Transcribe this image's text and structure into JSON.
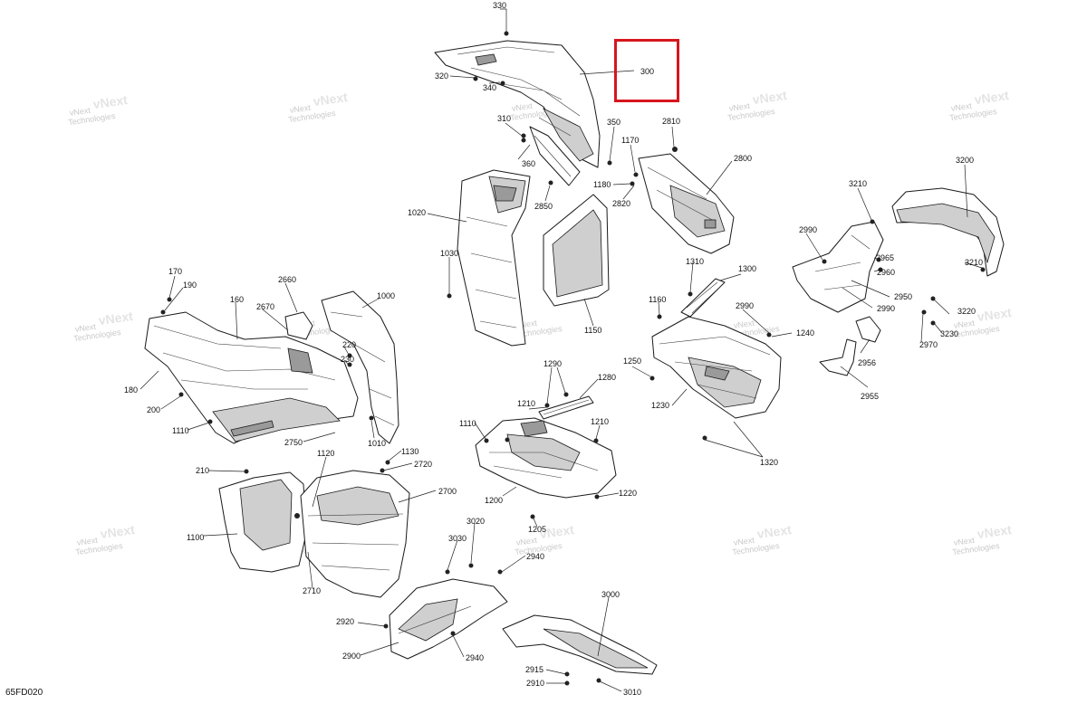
{
  "figure_id": "65FD020",
  "highlighted_part": "300",
  "watermark": {
    "line1": "vNext",
    "line2": "Technologies"
  },
  "callouts": {
    "c330": "330",
    "c320": "320",
    "c340": "340",
    "c300": "300",
    "c310": "310",
    "c350": "350",
    "c360": "360",
    "c2810": "2810",
    "c1170": "1170",
    "c1180": "1180",
    "c2820": "2820",
    "c2850": "2850",
    "c2800": "2800",
    "c3200": "3200",
    "c1020": "1020",
    "c3210a": "3210",
    "c1030": "1030",
    "c2990a": "2990",
    "c2965": "2965",
    "c2960": "2960",
    "c3210b": "3210",
    "c1310": "1310",
    "c1300": "1300",
    "c170": "170",
    "c2660": "2660",
    "c1000": "1000",
    "c190": "190",
    "c160": "160",
    "c2670": "2670",
    "c1150": "1150",
    "c1160": "1160",
    "c2950": "2950",
    "c2990b": "2990",
    "c2990c": "2990",
    "c3220": "3220",
    "c3230": "3230",
    "c2970": "2970",
    "c220": "220",
    "c230": "230",
    "c1240": "1240",
    "c2956": "2956",
    "c180": "180",
    "c1290": "1290",
    "c1250": "1250",
    "c1280": "1280",
    "c200": "200",
    "c1230": "1230",
    "c2955": "2955",
    "c1210a": "1210",
    "c1110a": "1110",
    "c1210b": "1210",
    "c2750": "2750",
    "c1010": "1010",
    "c1110b": "1110",
    "c1120": "1120",
    "c1130": "1130",
    "c1320": "1320",
    "c210": "210",
    "c2720": "2720",
    "c2700": "2700",
    "c1220": "1220",
    "c1200": "1200",
    "c3020": "3020",
    "c1205": "1205",
    "c1100": "1100",
    "c3030": "3030",
    "c2940a": "2940",
    "c2710": "2710",
    "c3000": "3000",
    "c2920": "2920",
    "c2900": "2900",
    "c2940b": "2940",
    "c2915": "2915",
    "c2910": "2910",
    "c3010": "3010"
  }
}
